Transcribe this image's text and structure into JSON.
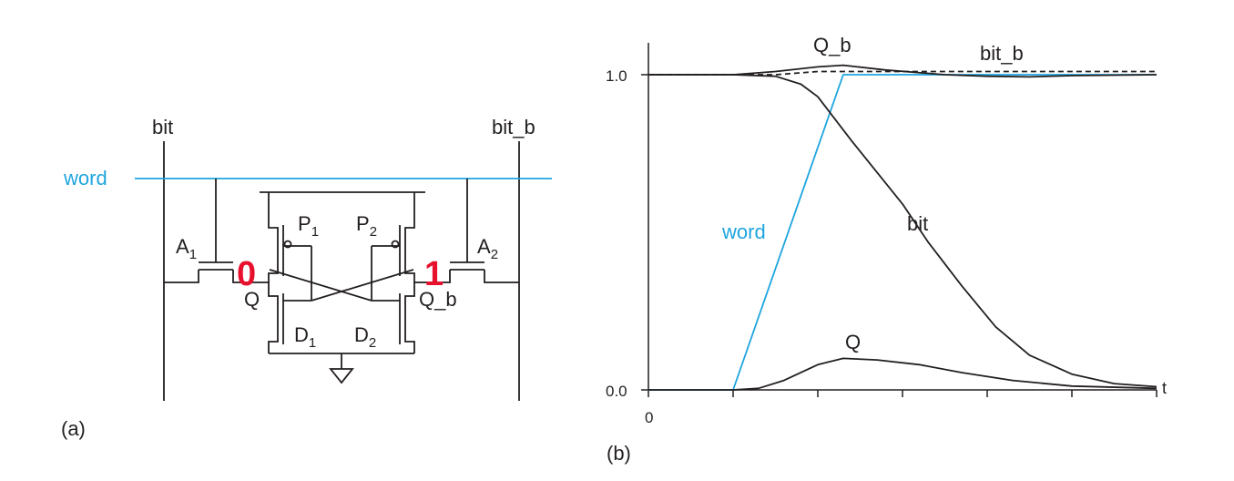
{
  "colors": {
    "ink": "#231f20",
    "wordline": "#1fa5de",
    "storedValue": "#e8112d"
  },
  "panel_a": {
    "label": "(a)",
    "bit_label": "bit",
    "bit_b_label": "bit_b",
    "word_label": "word",
    "A1": {
      "main": "A",
      "sub": "1"
    },
    "A2": {
      "main": "A",
      "sub": "2"
    },
    "P1": {
      "main": "P",
      "sub": "1"
    },
    "P2": {
      "main": "P",
      "sub": "2"
    },
    "D1": {
      "main": "D",
      "sub": "1"
    },
    "D2": {
      "main": "D",
      "sub": "2"
    },
    "Q_label": "Q",
    "Q_b_label": "Q_b",
    "Q_value": "0",
    "Q_b_value": "1"
  },
  "panel_b": {
    "label": "(b)",
    "chart_data": {
      "type": "line",
      "x_axis": {
        "tick_label": "0",
        "end_label": "t",
        "range": [
          0,
          6
        ]
      },
      "y_axis": {
        "ticks": [
          "0.0",
          "1.0"
        ],
        "range": [
          0.0,
          1.0
        ]
      },
      "series": [
        {
          "name": "word",
          "color": "#1fa5de",
          "dashed": false,
          "points": [
            [
              0,
              0.0
            ],
            [
              1.0,
              0.0
            ],
            [
              2.3,
              1.0
            ],
            [
              6.0,
              1.0
            ]
          ]
        },
        {
          "name": "bit",
          "color": "#231f20",
          "dashed": false,
          "points": [
            [
              0,
              1.0
            ],
            [
              1.0,
              1.0
            ],
            [
              1.5,
              0.995
            ],
            [
              1.8,
              0.97
            ],
            [
              2.0,
              0.93
            ],
            [
              2.4,
              0.79
            ],
            [
              2.7,
              0.69
            ],
            [
              3.0,
              0.59
            ],
            [
              3.3,
              0.47
            ],
            [
              3.7,
              0.33
            ],
            [
              4.1,
              0.2
            ],
            [
              4.5,
              0.11
            ],
            [
              5.0,
              0.05
            ],
            [
              5.5,
              0.02
            ],
            [
              6.0,
              0.01
            ]
          ]
        },
        {
          "name": "bit_b",
          "color": "#231f20",
          "dashed": true,
          "points": [
            [
              0,
              1.0
            ],
            [
              1.5,
              1.0
            ],
            [
              2.0,
              1.01
            ],
            [
              2.3,
              1.01
            ],
            [
              6.0,
              1.01
            ]
          ]
        },
        {
          "name": "Q_b",
          "color": "#231f20",
          "dashed": false,
          "points": [
            [
              0,
              1.0
            ],
            [
              1.0,
              1.0
            ],
            [
              1.5,
              1.01
            ],
            [
              2.0,
              1.025
            ],
            [
              2.3,
              1.03
            ],
            [
              2.8,
              1.015
            ],
            [
              3.5,
              1.0
            ],
            [
              4.0,
              0.995
            ],
            [
              4.5,
              0.993
            ],
            [
              5.0,
              0.997
            ],
            [
              6.0,
              1.0
            ]
          ]
        },
        {
          "name": "Q",
          "color": "#231f20",
          "dashed": false,
          "points": [
            [
              0,
              0.0
            ],
            [
              1.0,
              0.0
            ],
            [
              1.3,
              0.005
            ],
            [
              1.6,
              0.03
            ],
            [
              2.0,
              0.08
            ],
            [
              2.3,
              0.1
            ],
            [
              2.7,
              0.095
            ],
            [
              3.2,
              0.08
            ],
            [
              3.7,
              0.055
            ],
            [
              4.3,
              0.03
            ],
            [
              5.0,
              0.012
            ],
            [
              6.0,
              0.005
            ]
          ]
        }
      ],
      "annotations": [
        "Q_b",
        "bit_b",
        "word",
        "bit",
        "Q"
      ]
    }
  }
}
